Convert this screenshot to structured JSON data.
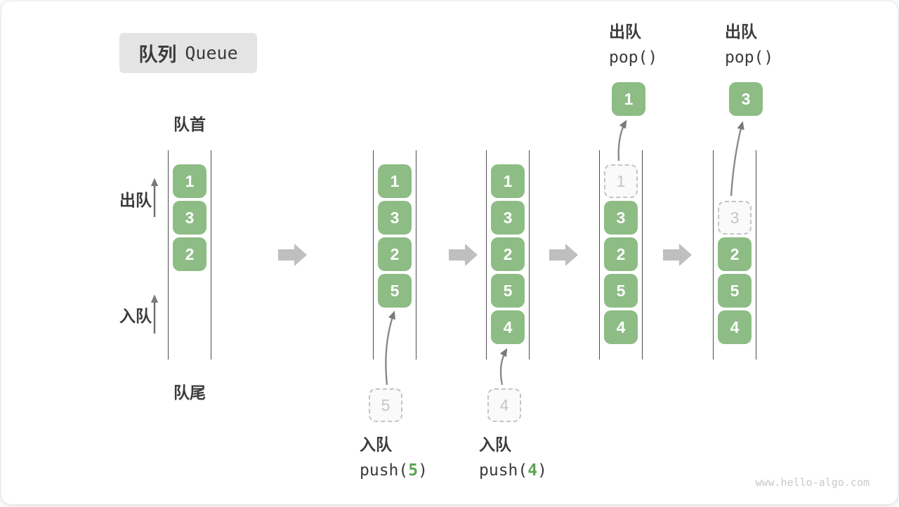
{
  "title": {
    "zh": "队列",
    "en": "Queue"
  },
  "labels": {
    "front": "队首",
    "rear": "队尾",
    "dequeue": "出队",
    "enqueue": "入队"
  },
  "watermark": "www.hello-algo.com",
  "colors": {
    "item_green": "#8dbc85",
    "code_arg_green": "#5da455",
    "block_arrow_gray": "#bfbfbf",
    "curve_arrow_gray": "#8a8a8a",
    "column_line": "#4d4d4d",
    "ghost_border": "#c4c4c4",
    "text_dark": "#3b3b3b",
    "title_bg": "#e4e4e4"
  },
  "steps": {
    "s1": {
      "boxes": [
        "1",
        "3",
        "2"
      ]
    },
    "s2": {
      "boxes": [
        "1",
        "3",
        "2",
        "5"
      ],
      "pending": "5",
      "op": {
        "zh": "入队",
        "fn": "push(",
        "arg": "5",
        "close": ")"
      }
    },
    "s3": {
      "boxes": [
        "1",
        "3",
        "2",
        "5",
        "4"
      ],
      "pending": "4",
      "op": {
        "zh": "入队",
        "fn": "push(",
        "arg": "4",
        "close": ")"
      }
    },
    "s4": {
      "ghost": "1",
      "boxes": [
        "3",
        "2",
        "5",
        "4"
      ],
      "popped": "1",
      "op": {
        "zh": "出队",
        "fn": "pop()"
      }
    },
    "s5": {
      "ghost": "3",
      "boxes": [
        "2",
        "5",
        "4"
      ],
      "popped": "3",
      "op": {
        "zh": "出队",
        "fn": "pop()"
      }
    }
  }
}
